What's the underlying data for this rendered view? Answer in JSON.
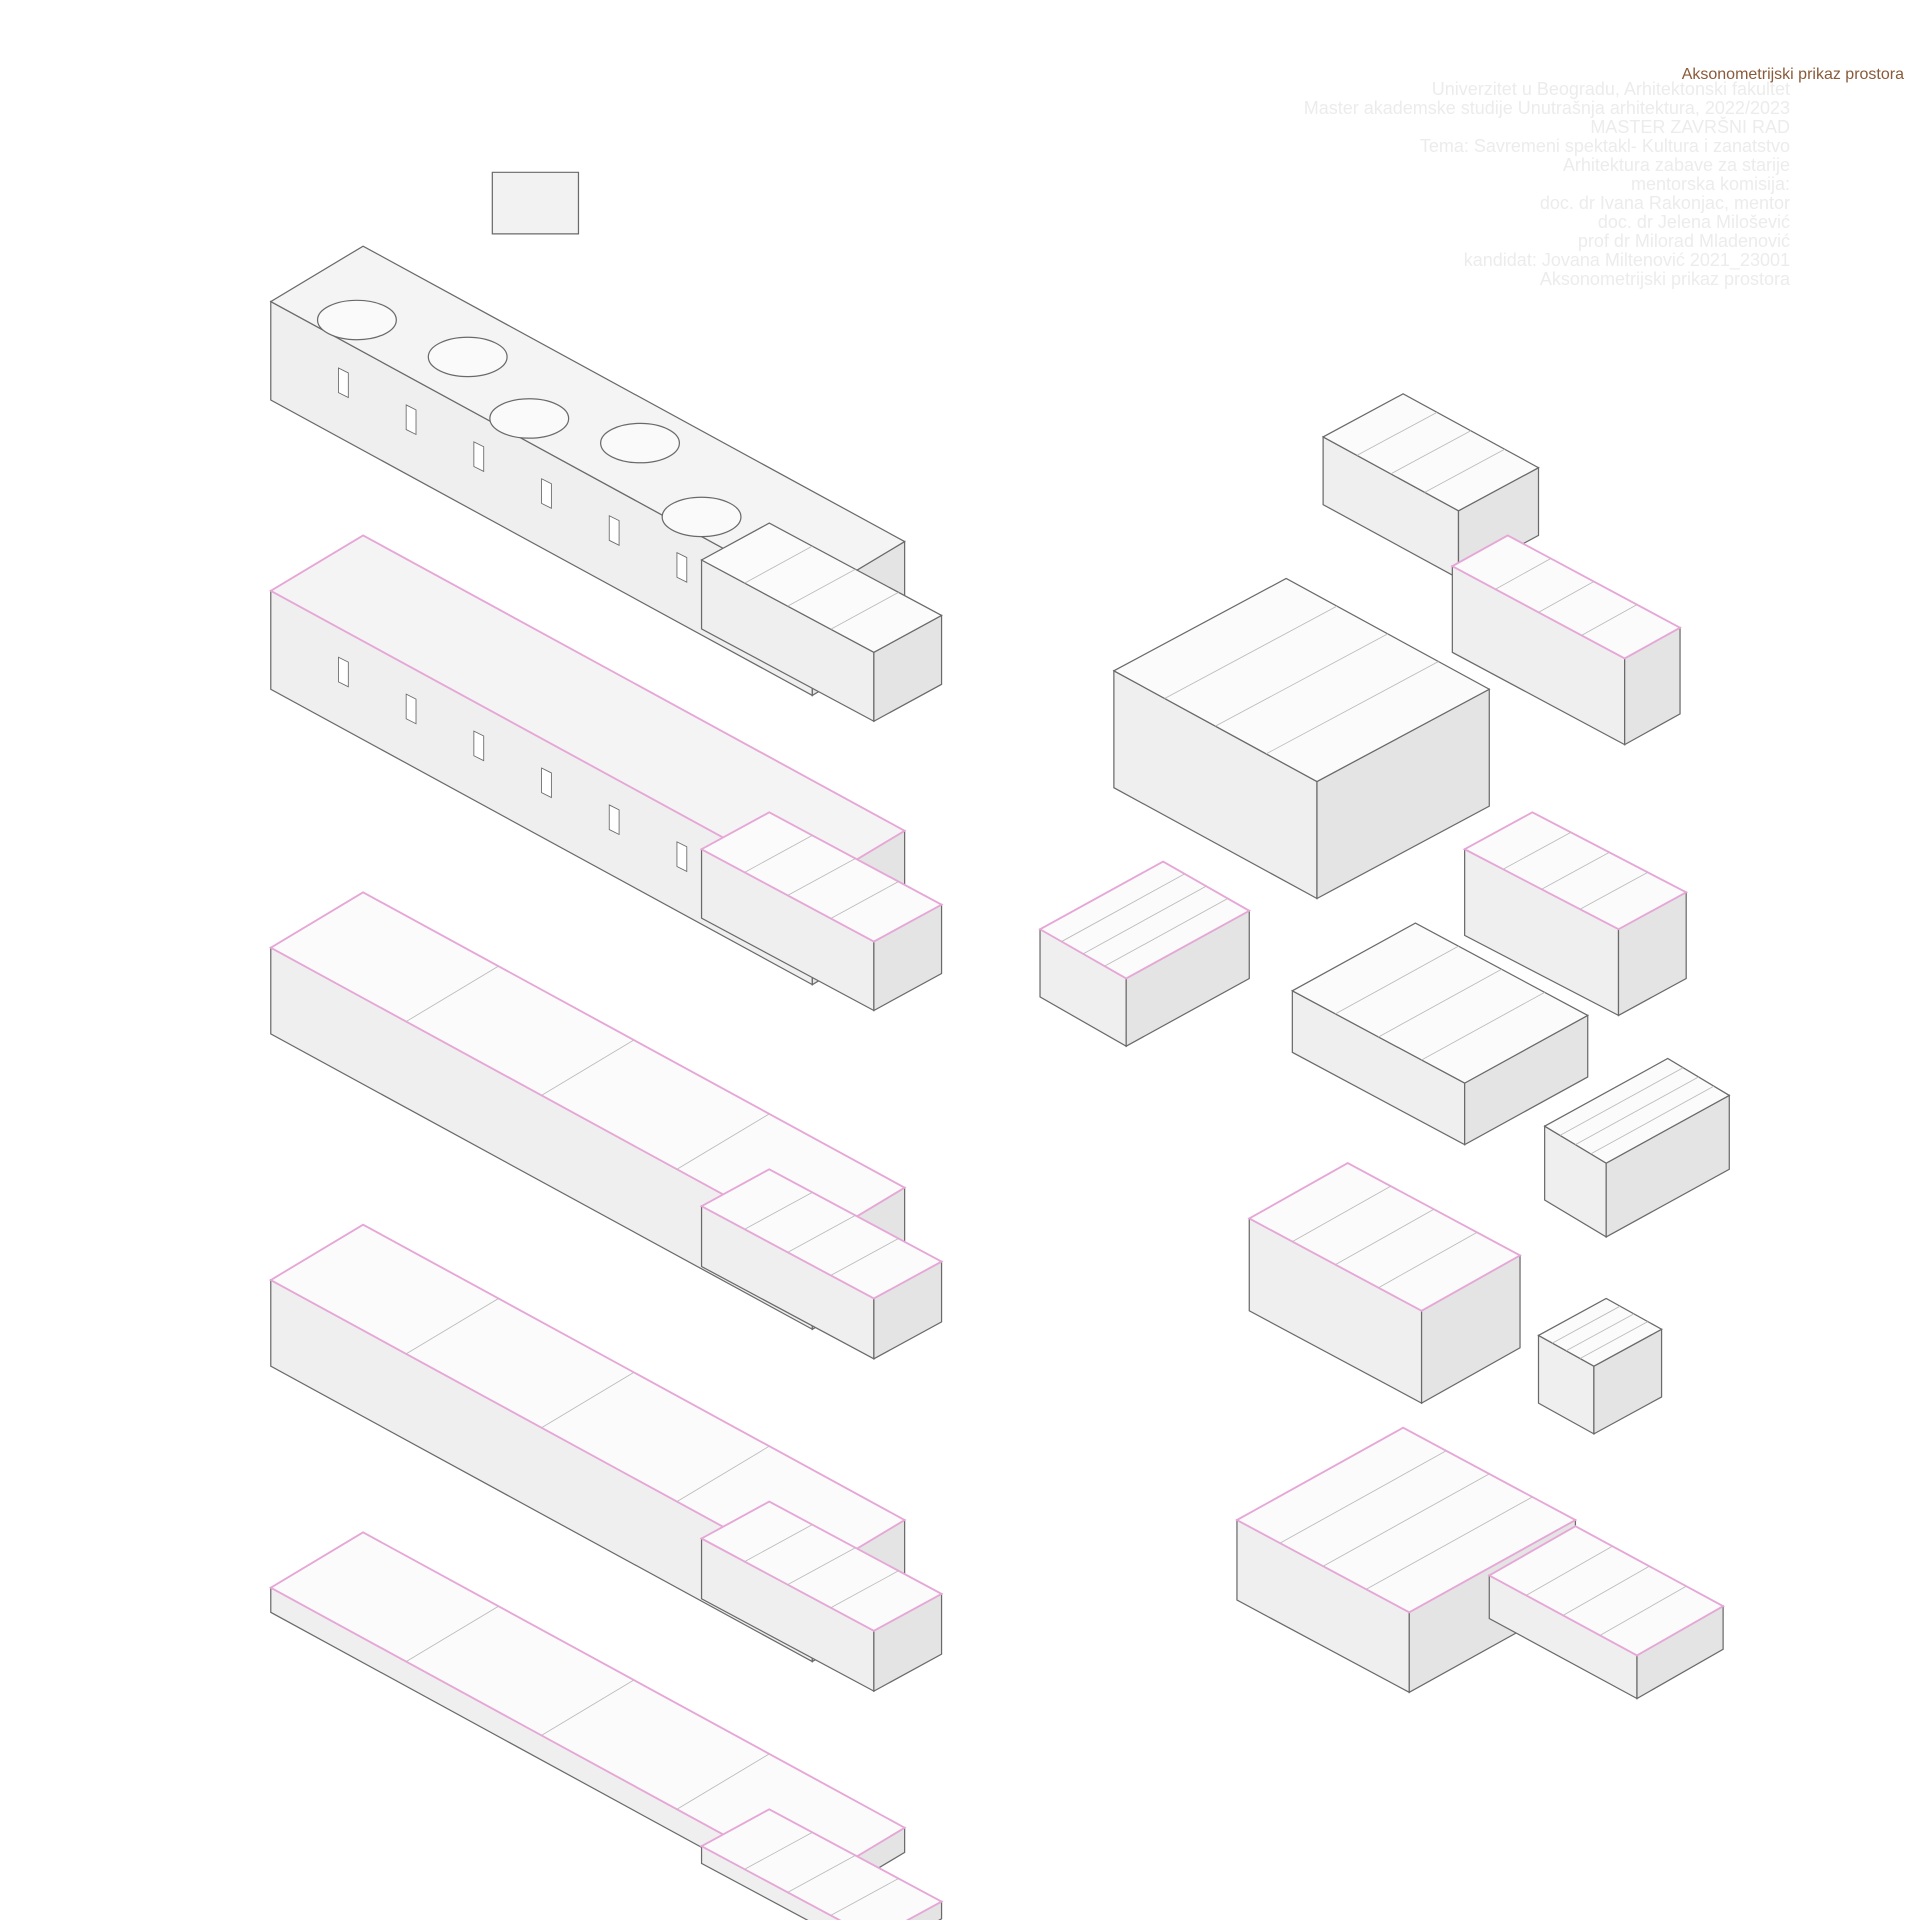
{
  "title": "Aksonometrijski prikaz prostora",
  "credits": [
    "Univerzitet u Beogradu, Arhitektonski fakultet",
    "Master akademske studije Unutrašnja arhitektura, 2022/2023",
    "MASTER ZAVRŠNI RAD",
    "Tema: Savremeni spektakl- Kultura i zanatstvo",
    "Arhitektura zabave za starije",
    "mentorska komisija:",
    "doc. dr Ivana Rakonjac, mentor",
    "doc. dr Jelena Milošević",
    "prof dr Milorad Mladenović",
    "kandidat: Jovana Miltenović 2021_23001",
    "Aksonometrijski prikaz prostora"
  ],
  "colors": {
    "line": "#6a6a6a",
    "wall": "#efefef",
    "accent": "#e6a6d6",
    "title": "#8a5a3a"
  }
}
